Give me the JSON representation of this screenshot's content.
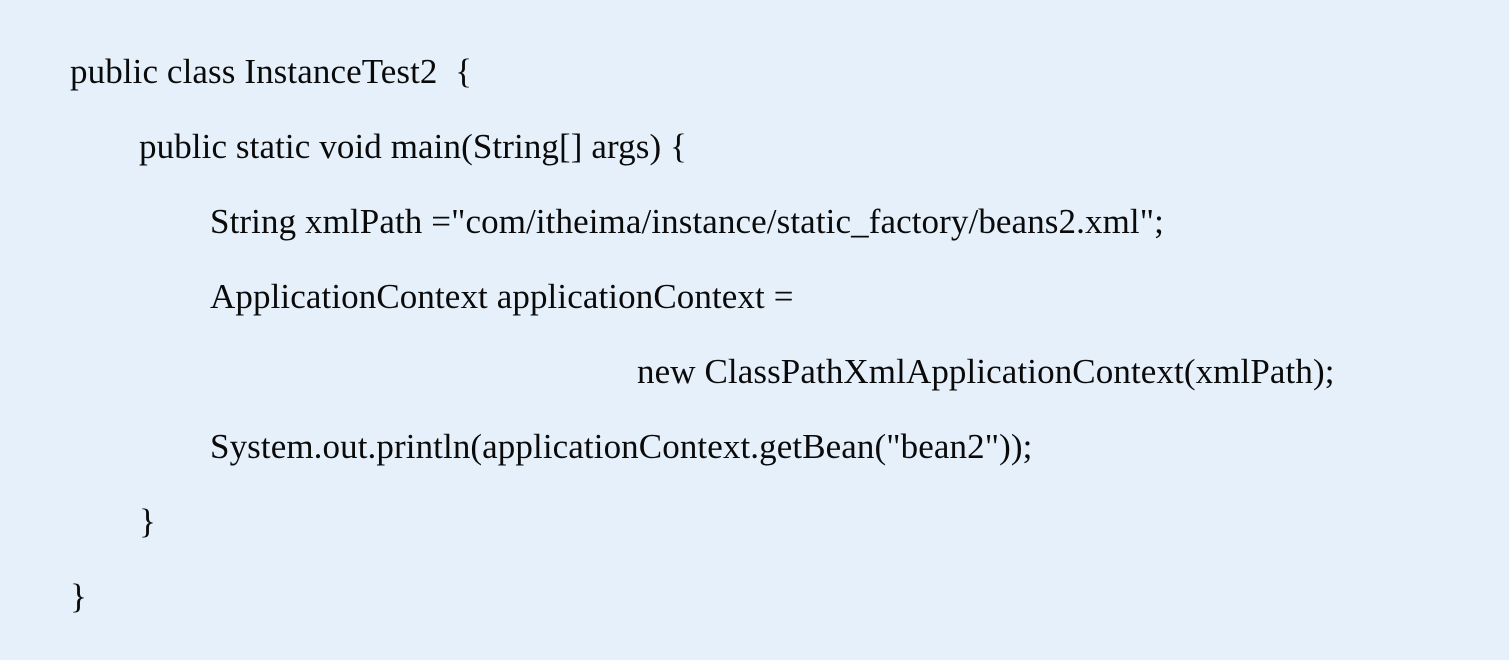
{
  "panel": {
    "background_color": "#e6f0fb",
    "text_color": "#0a0a0a",
    "language": "java"
  },
  "code": {
    "lines": [
      {
        "indent": 0,
        "text": "public class InstanceTest2  {"
      },
      {
        "indent": 1,
        "text": "public static void main(String[] args) {"
      },
      {
        "indent": 2,
        "text": "String xmlPath =\"com/itheima/instance/static_factory/beans2.xml\";"
      },
      {
        "indent": 2,
        "text": "ApplicationContext applicationContext ="
      },
      {
        "indent": 4,
        "text": "new ClassPathXmlApplicationContext(xmlPath);"
      },
      {
        "indent": 2,
        "text": "System.out.println(applicationContext.getBean(\"bean2\"));"
      },
      {
        "indent": 1,
        "text": "}"
      },
      {
        "indent": 0,
        "text": "}"
      }
    ]
  }
}
